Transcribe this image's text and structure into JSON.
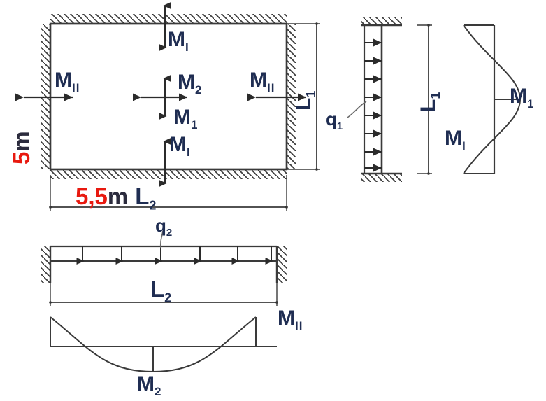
{
  "figure": {
    "type": "structural-engineering-diagram",
    "description": "Two-way slab plan with fixed edges and associated strip beam load and bending moment diagrams",
    "colors": {
      "line": "#3a3a3a",
      "label": "#1f2d52",
      "dimension_red": "#e8190f",
      "dimension_dark": "#2b2b3d",
      "background": "#ffffff"
    }
  },
  "slab_plan": {
    "name": "slab-plan",
    "moment_top_edge": {
      "base": "M",
      "sub": "I"
    },
    "moment_bottom_edge": {
      "base": "M",
      "sub": "I"
    },
    "moment_left_edge": {
      "base": "M",
      "sub": "II"
    },
    "moment_right_edge": {
      "base": "M",
      "sub": "II"
    },
    "moment_center_horizontal": {
      "base": "M",
      "sub": "2"
    },
    "moment_center_vertical": {
      "base": "M",
      "sub": "1"
    },
    "dim_height": {
      "value": "5",
      "unit": "m",
      "symbol": "L",
      "symbol_sub": "1"
    },
    "dim_width": {
      "value": "5,5",
      "unit": "m",
      "symbol": "L",
      "symbol_sub": "2"
    }
  },
  "column_strip": {
    "name": "vertical-strip-diagram",
    "load_label": {
      "base": "q",
      "sub": "1"
    },
    "span_label": {
      "base": "L",
      "sub": "1"
    },
    "load_arrow_count": 8,
    "support_top": "fixed",
    "support_bottom": "fixed"
  },
  "column_moment_diagram": {
    "name": "vertical-moment-diagram",
    "mid_span_label": {
      "base": "M",
      "sub": "1"
    },
    "support_label": {
      "base": "M",
      "sub": "I"
    },
    "shape": "parabola with end fixing moments"
  },
  "beam_strip": {
    "name": "horizontal-strip-diagram",
    "load_label": {
      "base": "q",
      "sub": "2"
    },
    "span_label": {
      "base": "L",
      "sub": "2"
    },
    "load_arrow_count": 6,
    "support_left": "fixed",
    "support_right": "fixed"
  },
  "beam_moment_diagram": {
    "name": "horizontal-moment-diagram",
    "support_label": {
      "base": "M",
      "sub": "II"
    },
    "mid_span_label": {
      "base": "M",
      "sub": "2"
    },
    "shape": "parabola with end fixing moments"
  }
}
